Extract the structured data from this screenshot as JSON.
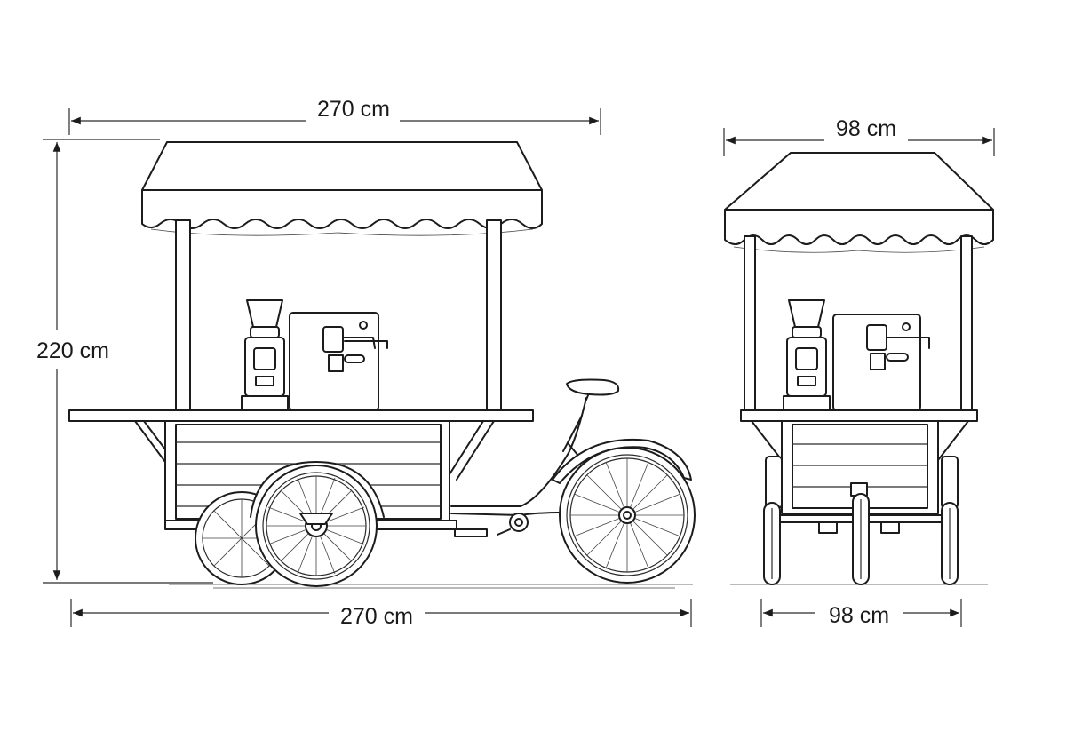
{
  "dimensions": {
    "side_top_width": "270 cm",
    "side_height": "220 cm",
    "side_bottom_length": "270 cm",
    "front_top_width": "98 cm",
    "front_bottom_width": "98 cm"
  }
}
